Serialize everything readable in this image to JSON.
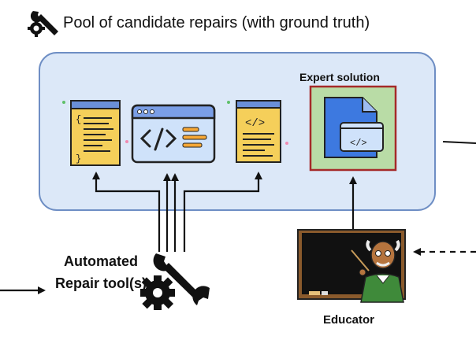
{
  "pool": {
    "title": "Pool of candidate repairs (with ground truth)"
  },
  "expert": {
    "label": "Expert solution"
  },
  "apr": {
    "label": "Automated Repair tool(s)"
  },
  "educator": {
    "label": "Educator"
  },
  "colors": {
    "pool_fill": "#dce8f8",
    "pool_border": "#6e8ec4",
    "doc_yellow": "#f5cf5a",
    "browser_blue": "#cfe2fa",
    "expert_green": "#b9dca6",
    "expert_border": "#a52a2a",
    "board": "#111111"
  },
  "icons": [
    "wrench-gear-icon",
    "code-file-icon",
    "browser-code-icon",
    "code-doc-icon",
    "expert-file-icon",
    "chalkboard-icon",
    "educator-icon"
  ]
}
